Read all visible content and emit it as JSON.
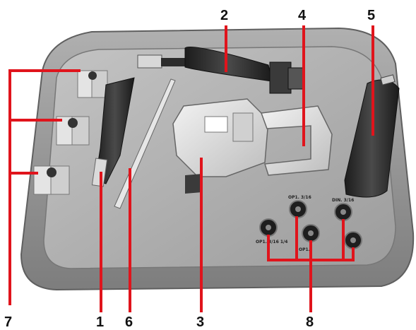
{
  "callouts": {
    "c1": "1",
    "c2": "2",
    "c3": "3",
    "c4": "4",
    "c5": "5",
    "c6": "6",
    "c7": "7",
    "c8": "8"
  },
  "die_labels": {
    "op1_3_16": "OP1. 3/16",
    "din_3_16": "DIN. 3/16",
    "op1_3_16_1_4": "OP1. 3/16 1/4",
    "op1_short": "OP1."
  },
  "colors": {
    "case": "#9a9a9a",
    "case_dark": "#6f6f6f",
    "tray": "#b4b4b4",
    "callout_line": "#e0141c",
    "tool_black": "#2a2a2a",
    "metal": "#dcdcdc"
  }
}
